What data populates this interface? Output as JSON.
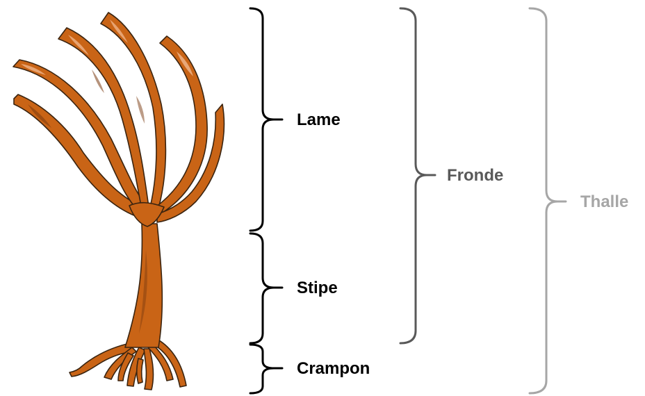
{
  "labels": {
    "lame": "Lame",
    "stipe": "Stipe",
    "crampon": "Crampon",
    "fronde": "Fronde",
    "thalle": "Thalle"
  },
  "colors": {
    "algae_fill": "#c96416",
    "algae_outline": "#3a2410",
    "algae_dark": "#7a3a10",
    "algae_highlight": "#f0b890",
    "bracket_part": "#000000",
    "bracket_fronde": "#595959",
    "bracket_thalle": "#a6a6a6"
  }
}
